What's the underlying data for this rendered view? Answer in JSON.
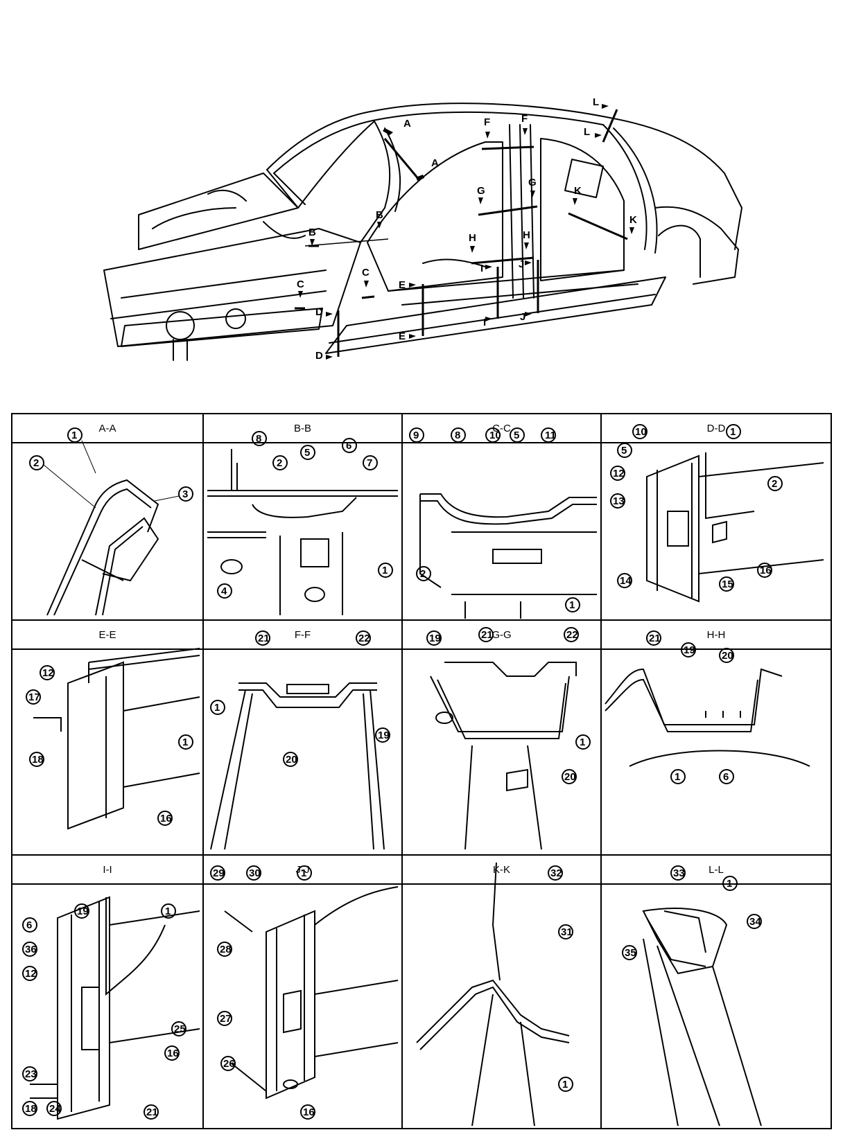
{
  "overview": {
    "section_markers": [
      "A",
      "B",
      "C",
      "D",
      "E",
      "F",
      "G",
      "H",
      "I",
      "J",
      "K",
      "L"
    ]
  },
  "sections": [
    {
      "title": "A-A",
      "callouts": [
        "1",
        "2",
        "3"
      ]
    },
    {
      "title": "B-B",
      "callouts": [
        "8",
        "2",
        "5",
        "6",
        "7",
        "4",
        "1"
      ]
    },
    {
      "title": "C-C",
      "callouts": [
        "9",
        "8",
        "10",
        "5",
        "11",
        "2",
        "1"
      ]
    },
    {
      "title": "D-D",
      "callouts": [
        "10",
        "1",
        "5",
        "12",
        "2",
        "13",
        "14",
        "15",
        "16"
      ]
    },
    {
      "title": "E-E",
      "callouts": [
        "12",
        "17",
        "18",
        "1",
        "16"
      ]
    },
    {
      "title": "F-F",
      "callouts": [
        "21",
        "22",
        "1",
        "19",
        "20"
      ]
    },
    {
      "title": "G-G",
      "callouts": [
        "19",
        "21",
        "22",
        "1",
        "20"
      ]
    },
    {
      "title": "H-H",
      "callouts": [
        "21",
        "19",
        "20",
        "1",
        "6"
      ]
    },
    {
      "title": "I-I",
      "callouts": [
        "19",
        "1",
        "6",
        "36",
        "12",
        "25",
        "23",
        "16",
        "18",
        "24",
        "21"
      ]
    },
    {
      "title": "J-J",
      "callouts": [
        "29",
        "30",
        "1",
        "28",
        "27",
        "26",
        "16"
      ]
    },
    {
      "title": "K-K",
      "callouts": [
        "32",
        "31",
        "1"
      ]
    },
    {
      "title": "L-L",
      "callouts": [
        "33",
        "1",
        "34",
        "35"
      ]
    }
  ]
}
